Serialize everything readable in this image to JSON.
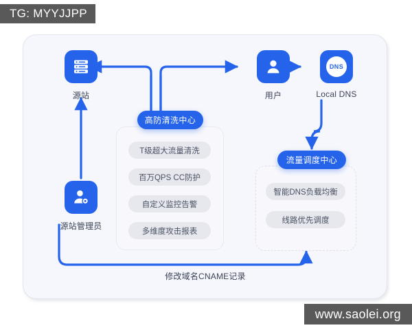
{
  "watermarks": {
    "top_left": "TG: MYYJJPP",
    "bottom_right": "www.saolei.org"
  },
  "colors": {
    "accent": "#2563eb",
    "card_bg": "#f6f7fc",
    "pill_muted_bg": "#e7e8ee",
    "label_text": "#3b4356",
    "watermark_bg": "#595959"
  },
  "diagram": {
    "nodes": [
      {
        "id": "origin",
        "icon": "server-icon",
        "label": "源站"
      },
      {
        "id": "user",
        "icon": "user-icon",
        "label": "用户"
      },
      {
        "id": "dns",
        "icon": "dns-badge-icon",
        "badge": "DNS",
        "label": "Local DNS"
      },
      {
        "id": "admin",
        "icon": "user-settings-icon",
        "label": "源站管理员"
      }
    ],
    "groups": [
      {
        "id": "cleaning",
        "title": "高防清洗中心",
        "items": [
          "T级超大流量清洗",
          "百万QPS CC防护",
          "自定义监控告警",
          "多维度攻击报表"
        ]
      },
      {
        "id": "scheduling",
        "title": "流量调度中心",
        "items": [
          "智能DNS负载均衡",
          "线路优先调度"
        ]
      }
    ],
    "edge_labels": {
      "cname": "修改域名CNAME记录"
    }
  }
}
